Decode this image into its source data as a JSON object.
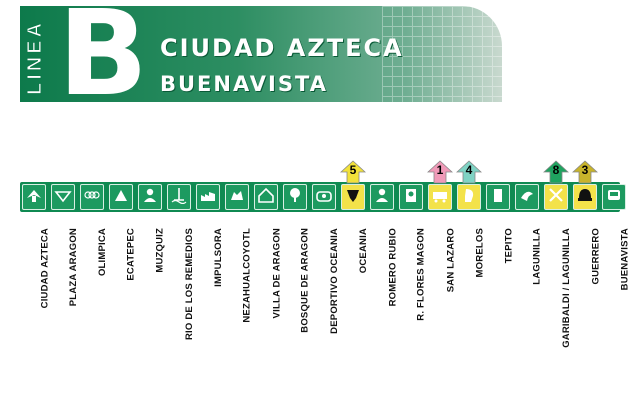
{
  "header": {
    "prefix": "LINEA",
    "line": "B",
    "terminal_1": "CIUDAD AZTECA",
    "terminal_2": "BUENAVISTA",
    "colors": {
      "line": "#0f8a52"
    }
  },
  "stations": [
    {
      "name": "CIUDAD AZTECA",
      "icon": "eagle-icon"
    },
    {
      "name": "PLAZA ARAGON",
      "icon": "plaza-icon"
    },
    {
      "name": "OLIMPICA",
      "icon": "olympic-rings-icon"
    },
    {
      "name": "ECATEPEC",
      "icon": "pyramid-icon"
    },
    {
      "name": "MUZQUIZ",
      "icon": "bust-icon"
    },
    {
      "name": "RIO DE LOS REMEDIOS",
      "icon": "river-icon"
    },
    {
      "name": "IMPULSORA",
      "icon": "factory-icon"
    },
    {
      "name": "NEZAHUALCOYOTL",
      "icon": "coyote-icon"
    },
    {
      "name": "VILLA DE ARAGON",
      "icon": "house-icon"
    },
    {
      "name": "BOSQUE DE ARAGON",
      "icon": "tree-icon"
    },
    {
      "name": "DEPORTIVO OCEANIA",
      "icon": "stadium-icon"
    },
    {
      "name": "OCEANIA",
      "icon": "anchor-icon",
      "transfer": "5",
      "transfer_color": "#f2e23a"
    },
    {
      "name": "ROMERO RUBIO",
      "icon": "bust-icon"
    },
    {
      "name": "R. FLORES MAGON",
      "icon": "portrait-icon"
    },
    {
      "name": "SAN LAZARO",
      "icon": "train-icon",
      "transfer": "1",
      "transfer_color": "#f09ab8"
    },
    {
      "name": "MORELOS",
      "icon": "profile-icon",
      "transfer": "4",
      "transfer_color": "#7fd3c4"
    },
    {
      "name": "TEPITO",
      "icon": "shoe-icon"
    },
    {
      "name": "LAGUNILLA",
      "icon": "bird-icon"
    },
    {
      "name": "GARIBALDI / LAGUNILLA",
      "icon": "crossed-icon",
      "transfer": "8",
      "transfer_color": "#1fa360"
    },
    {
      "name": "GUERRERO",
      "icon": "helmet-icon",
      "transfer": "3",
      "transfer_color": "#c8b42b"
    },
    {
      "name": "BUENAVISTA",
      "icon": "train-station-icon"
    }
  ]
}
